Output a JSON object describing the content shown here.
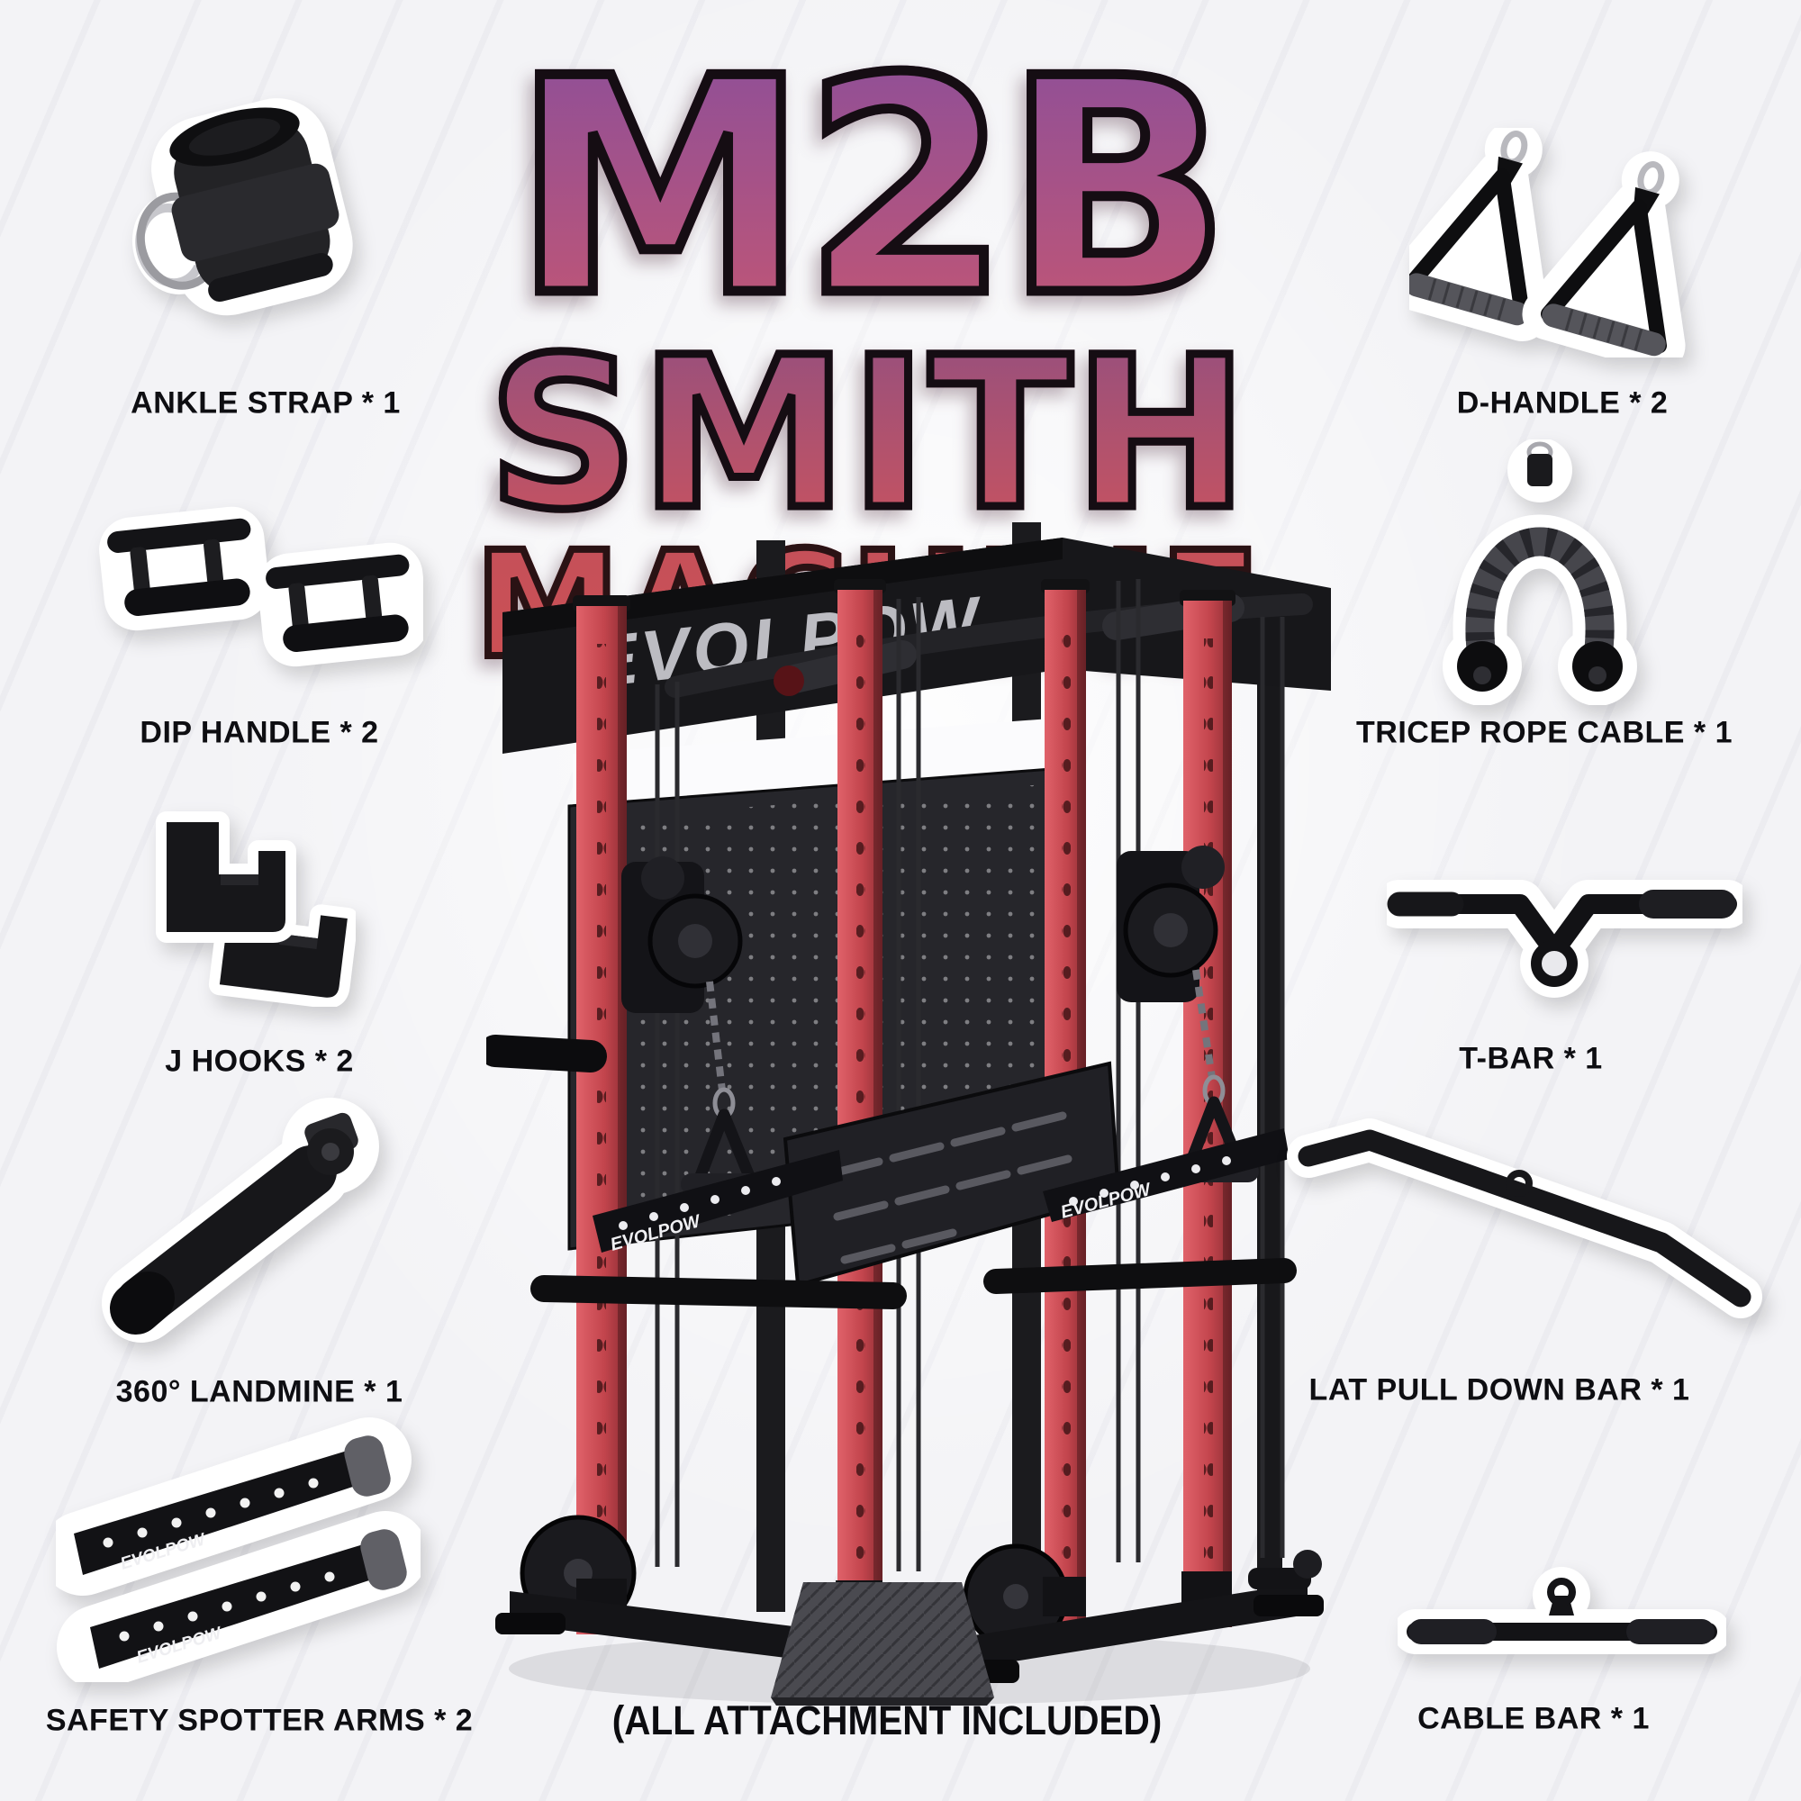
{
  "background": {
    "base_color": "#f3f3f6",
    "stripe_color": "#dcdce4"
  },
  "title": {
    "line1": "M2B",
    "line2": "SMITH",
    "line3": "MACHINE"
  },
  "brand": {
    "name": "EVOLPOW"
  },
  "attachments": {
    "left": [
      {
        "id": "ankle-strap",
        "label": "ANKLE STRAP * 1"
      },
      {
        "id": "dip-handle",
        "label": "DIP HANDLE * 2"
      },
      {
        "id": "j-hooks",
        "label": "J HOOKS * 2"
      },
      {
        "id": "landmine-360",
        "label": "360° LANDMINE * 1"
      },
      {
        "id": "safety-spotter-arms",
        "label": "SAFETY SPOTTER ARMS * 2"
      }
    ],
    "right": [
      {
        "id": "d-handle",
        "label": "D-HANDLE * 2"
      },
      {
        "id": "tricep-rope-cable",
        "label": "TRICEP ROPE CABLE * 1"
      },
      {
        "id": "t-bar",
        "label": "T-BAR * 1"
      },
      {
        "id": "lat-pull-down-bar",
        "label": "LAT PULL DOWN BAR * 1"
      },
      {
        "id": "cable-bar",
        "label": "CABLE BAR * 1"
      }
    ]
  },
  "footer": {
    "note": "(ALL ATTACHMENT INCLUDED)"
  },
  "colors": {
    "title_gradient_top": "#8d4f99",
    "title_gradient_bottom": "#c25674",
    "smith_gradient_top": "#96507e",
    "smith_gradient_bottom": "#c8535f",
    "machine_word_red": "#c94f56",
    "frame_red": "#c3454d",
    "frame_black": "#17171a",
    "label_text": "#0e0e12"
  }
}
